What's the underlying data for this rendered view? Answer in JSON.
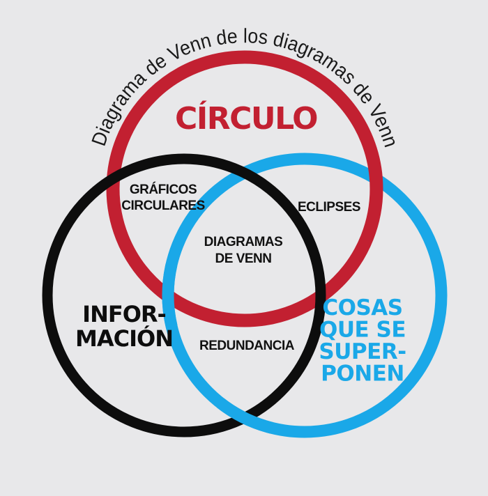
{
  "diagram": {
    "background_color": "#e8e8ea",
    "curved_title": "Diagrama de Venn de los diagramas de Venn",
    "title_color": "#1a1a1a",
    "sets": {
      "circulo": {
        "label": "CÍRCULO",
        "color": "#c22031"
      },
      "informacion": {
        "line1": "INFOR-",
        "line2": "MACIÓN",
        "color": "#0d0d0d"
      },
      "cosas": {
        "line1": "COSAS",
        "line2": "QUE SE",
        "line3": "SUPER-",
        "line4": "PONEN",
        "color": "#1aa8e8"
      }
    },
    "intersections": {
      "label_color": "#111111",
      "circulo_informacion": {
        "line1": "GRÁFICOS",
        "line2": "CIRCULARES"
      },
      "circulo_cosas": {
        "label": "ECLIPSES"
      },
      "triple_center": {
        "line1": "DIAGRAMAS",
        "line2": "DE VENN"
      },
      "informacion_cosas": {
        "label": "REDUNDANCIA"
      }
    }
  }
}
